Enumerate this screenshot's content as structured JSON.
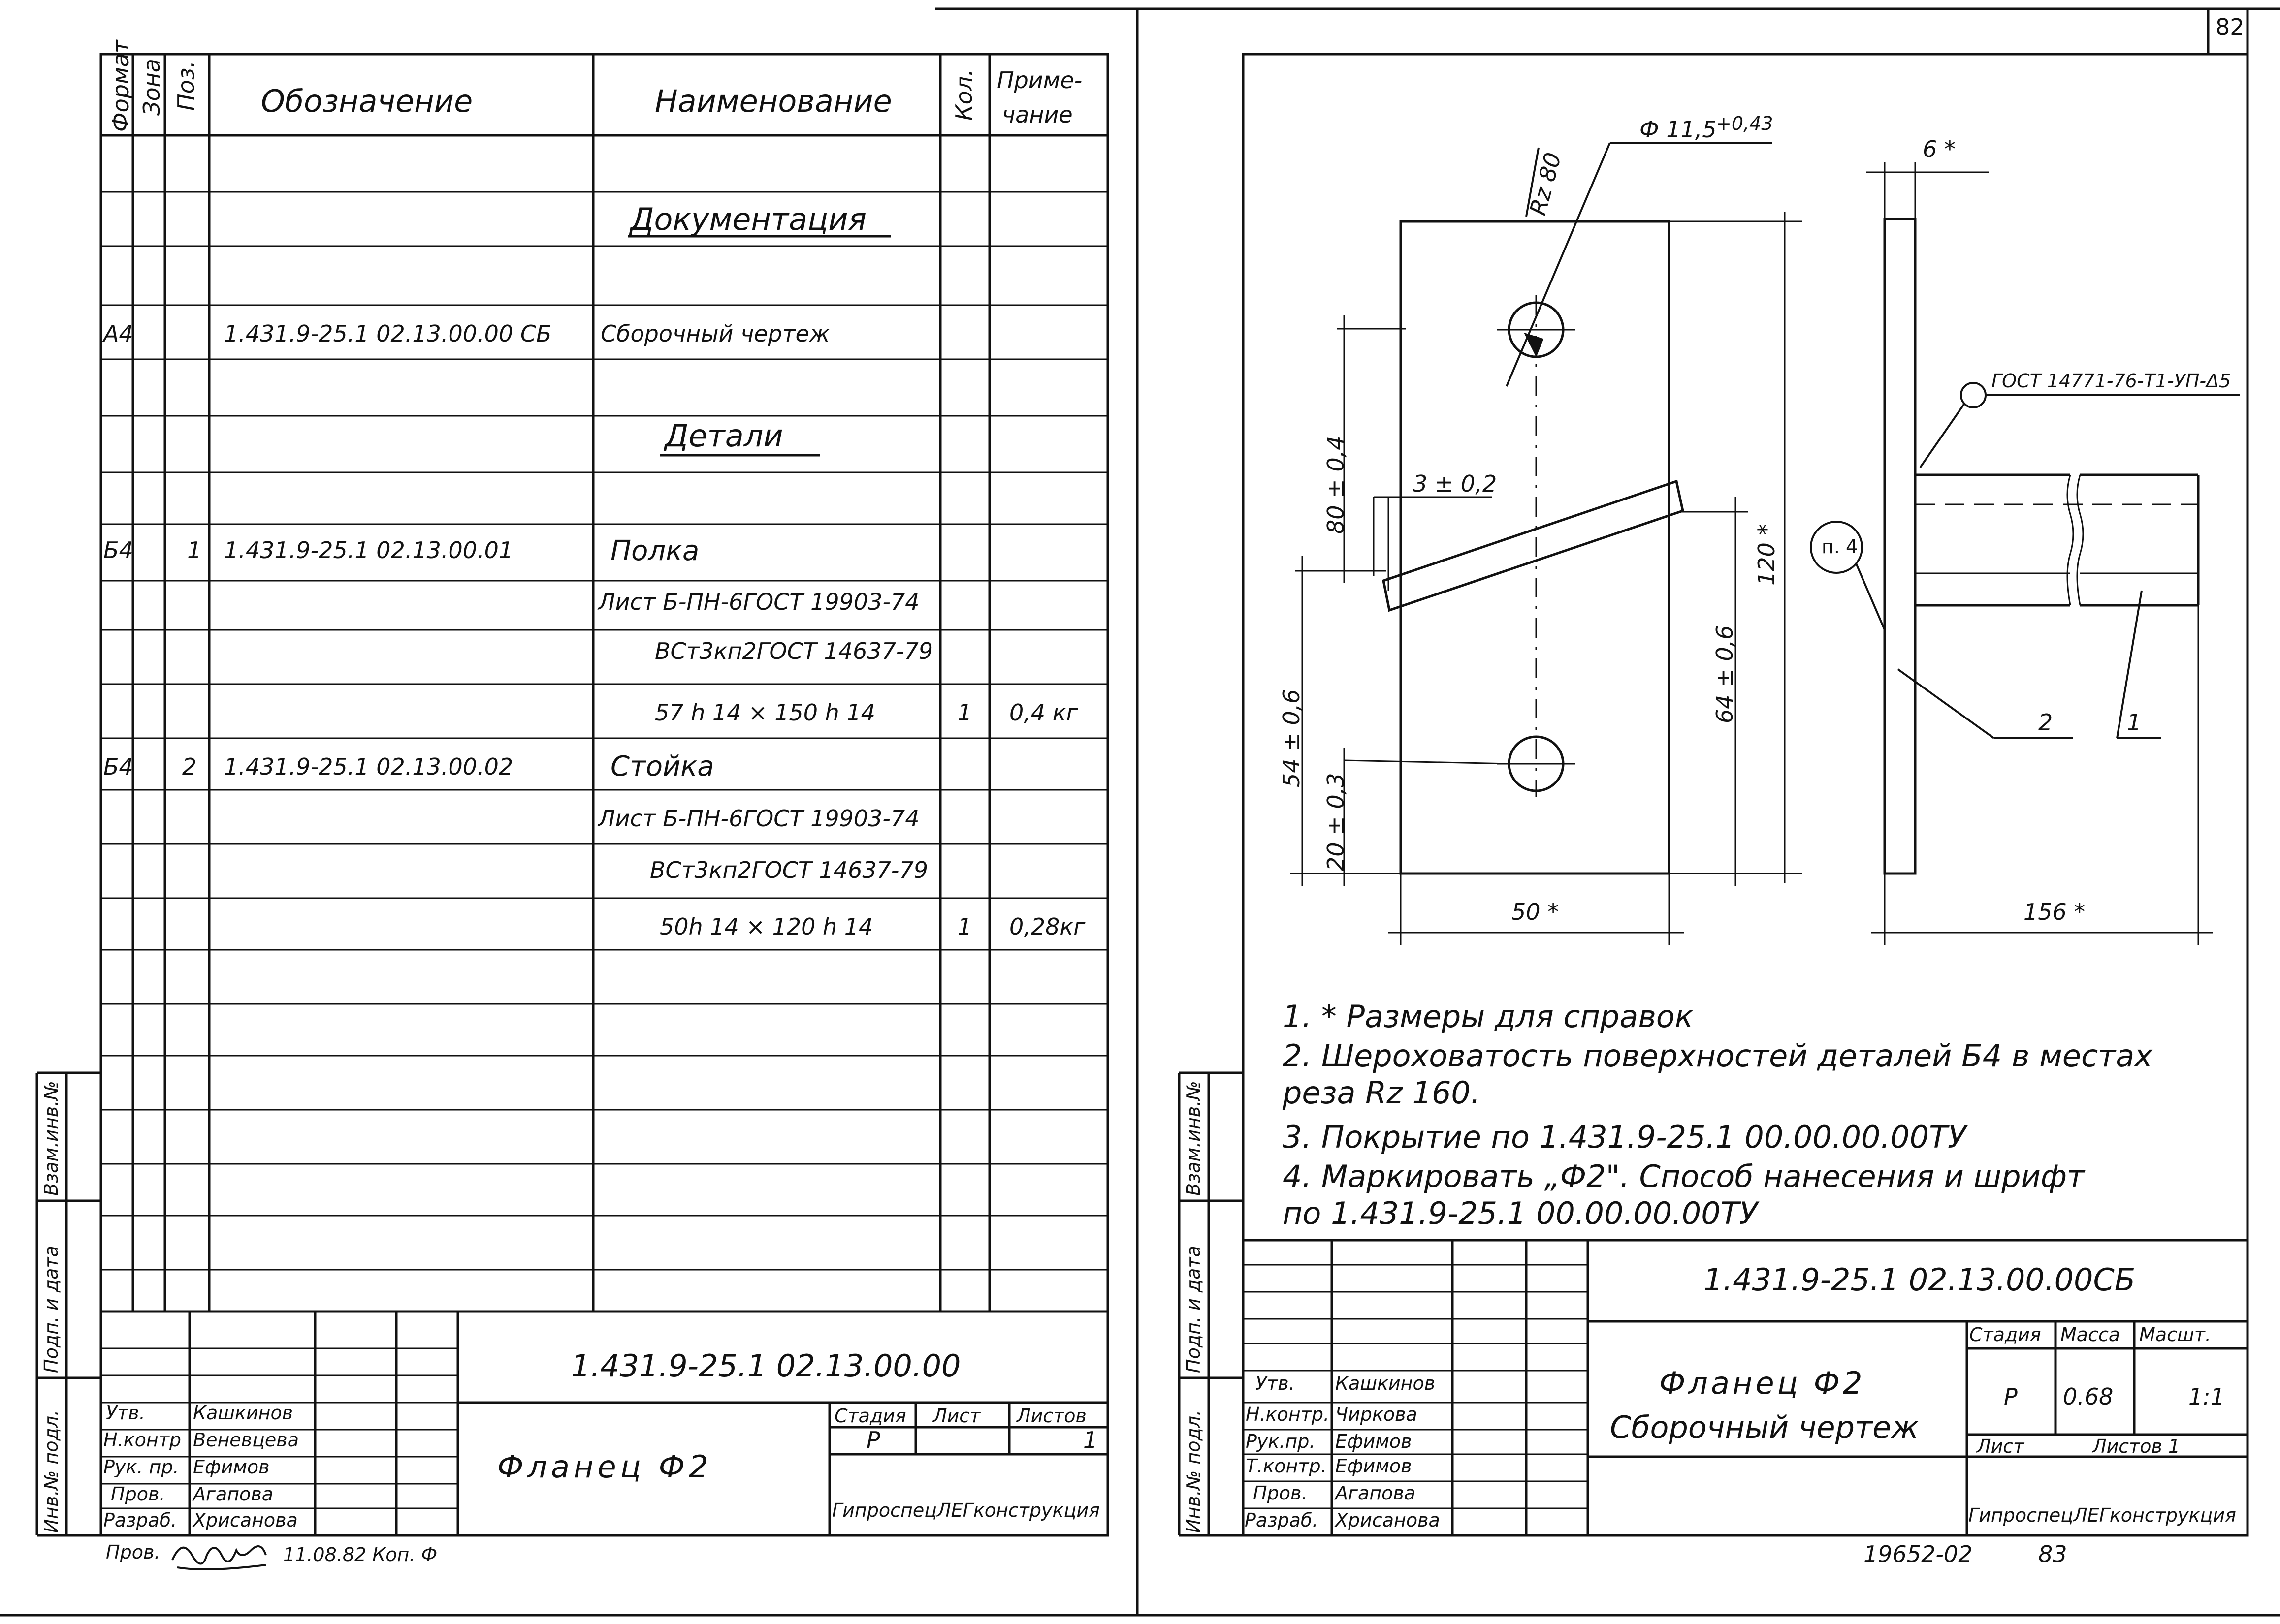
{
  "page_number": "82",
  "sheet_bottom_number": "83",
  "archive_number": "19652-02",
  "spec": {
    "headers": {
      "format": "Формат",
      "zone": "Зона",
      "pos": "Поз.",
      "designation": "Обозначение",
      "name": "Наименование",
      "qty": "Кол.",
      "note_line1": "Приме-",
      "note_line2": "чание"
    },
    "section_docs": "Документация",
    "section_parts": "Детали",
    "rows": [
      {
        "format": "А4",
        "pos": "",
        "designation": "1.431.9-25.1   02.13.00.00 СБ",
        "name": "Сборочный чертеж",
        "qty": "",
        "note": ""
      },
      {
        "format": "Б4",
        "pos": "1",
        "designation": "1.431.9-25.1   02.13.00.01",
        "name": "Полка",
        "qty": "",
        "note": ""
      },
      {
        "name": "Лист Б-ПН-6ГОСТ 19903-74"
      },
      {
        "name": "ВСт3кп2ГОСТ 14637-79"
      },
      {
        "name": "57 h 14 × 150 h 14",
        "qty": "1",
        "note": "0,4 кг"
      },
      {
        "format": "Б4",
        "pos": "2",
        "designation": "1.431.9-25.1   02.13.00.02",
        "name": "Стойка",
        "qty": "",
        "note": ""
      },
      {
        "name": "Лист Б-ПН-6ГОСТ 19903-74"
      },
      {
        "name": "ВСт3кп2ГОСТ 14637-79"
      },
      {
        "name": "50h 14 × 120 h 14",
        "qty": "1",
        "note": "0,28кг"
      }
    ],
    "title_block": {
      "code": "1.431.9-25.1    02.13.00.00",
      "title": "Фланец  Ф2",
      "stage_label": "Стадия",
      "sheet_label": "Лист",
      "sheets_label": "Листов",
      "stage": "Р",
      "sheets": "1",
      "org": "ГипроспецЛЕГконструкция",
      "roles": [
        {
          "role": "Утв.",
          "name": "Кашкинов"
        },
        {
          "role": "Н.контр",
          "name": "Веневцева"
        },
        {
          "role": "Рук. пр.",
          "name": "Ефимов"
        },
        {
          "role": "Пров.",
          "name": "Агапова"
        },
        {
          "role": "Разраб.",
          "name": "Хрисанова"
        }
      ]
    },
    "side_labels": [
      "Инв.№ подл.",
      "Подп. и дата",
      "Взам.инв.№"
    ],
    "footer_note": "Пров. ",
    "footer_date": "11.08.82 Коп. Ф"
  },
  "drawing": {
    "dims": {
      "hole_dia": "Ф 11,5",
      "hole_tol": "+0,43",
      "rough": "Rz 80",
      "thick": "6 *",
      "weld": "ГОСТ 14771-76-Т1-УП-Δ5",
      "d80": "80 ± 0,4",
      "d3": "3 ± 0,2",
      "d120": "120 *",
      "d64": "64 ± 0,6",
      "d54": "54 ± 0,6",
      "d20": "20 ± 0,3",
      "d50": "50 *",
      "d156": "156 *",
      "callout": "п. 4",
      "pos1": "1",
      "pos2": "2"
    },
    "notes": [
      "1.  * Размеры  для  справок",
      "2.  Шероховатость  поверхностей  деталей  Б4  в  местах",
      "     реза  Rz 160.",
      "3.  Покрытие  по 1.431.9-25.1  00.00.00.00ТУ",
      "4.  Маркировать „Ф2\". Способ  нанесения  и  шрифт",
      "     по   1.431.9-25.1     00.00.00.00ТУ"
    ],
    "title_block": {
      "code": "1.431.9-25.1    02.13.00.00СБ",
      "title": "Фланец  Ф2",
      "subtitle": "Сборочный  чертеж",
      "stage_label": "Стадия",
      "mass_label": "Масса",
      "scale_label": "Масшт.",
      "stage": "Р",
      "mass": "0.68",
      "scale": "1:1",
      "sheet_label": "Лист",
      "sheets_label": "Листов 1",
      "org": "ГипроспецЛЕГконструкция",
      "roles": [
        {
          "role": "Утв.",
          "name": "Кашкинов"
        },
        {
          "role": "Н.контр.",
          "name": "Чиркова"
        },
        {
          "role": "Рук.пр.",
          "name": "Ефимов"
        },
        {
          "role": "Т.контр.",
          "name": "Ефимов"
        },
        {
          "role": "Пров.",
          "name": "Агапова"
        },
        {
          "role": "Разраб.",
          "name": "Хрисанова"
        }
      ]
    }
  }
}
